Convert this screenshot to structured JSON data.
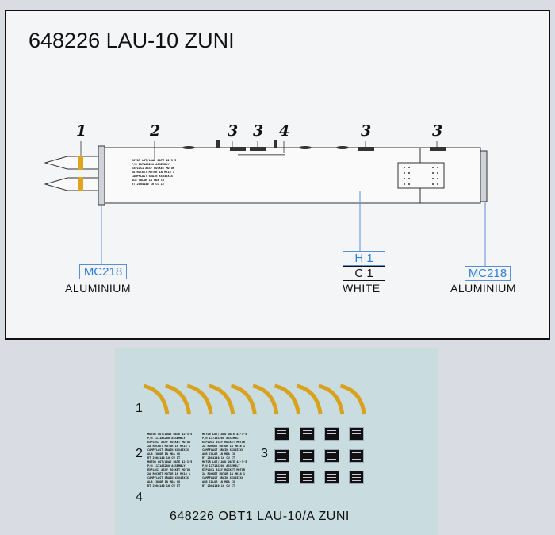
{
  "diagram": {
    "title": "648226 LAU-10 ZUNI",
    "callouts": [
      "1",
      "2",
      "3",
      "3",
      "4",
      "3",
      "3"
    ],
    "stencil_text": "MOTOR LOT/LOAD DATE 42-3-5\nP/N 1171AS200 ASSEMBLY\nEXPLOS1 ASSY ROCKET MOTOR\n2A ROCKET MOTOR 1N MK16 1\nCAMPFLAST GRAIN XXX45XXX\nALB COLOR 1N MDA CU\nRT 2004140 16 CU IT",
    "left_color": {
      "code": "MC218",
      "name": "ALUMINIUM"
    },
    "body_color": {
      "code_h": "H 1",
      "code_c": "C 1",
      "name": "WHITE"
    },
    "right_color": {
      "code": "MC218",
      "name": "ALUMINIUM"
    },
    "colors": {
      "band": "#e0a520",
      "code_blue": "#2f7fd6"
    }
  },
  "decal_sheet": {
    "labels": [
      "1",
      "2",
      "3",
      "4"
    ],
    "title": "648226 OBT1 LAU-10/A ZUNI"
  }
}
